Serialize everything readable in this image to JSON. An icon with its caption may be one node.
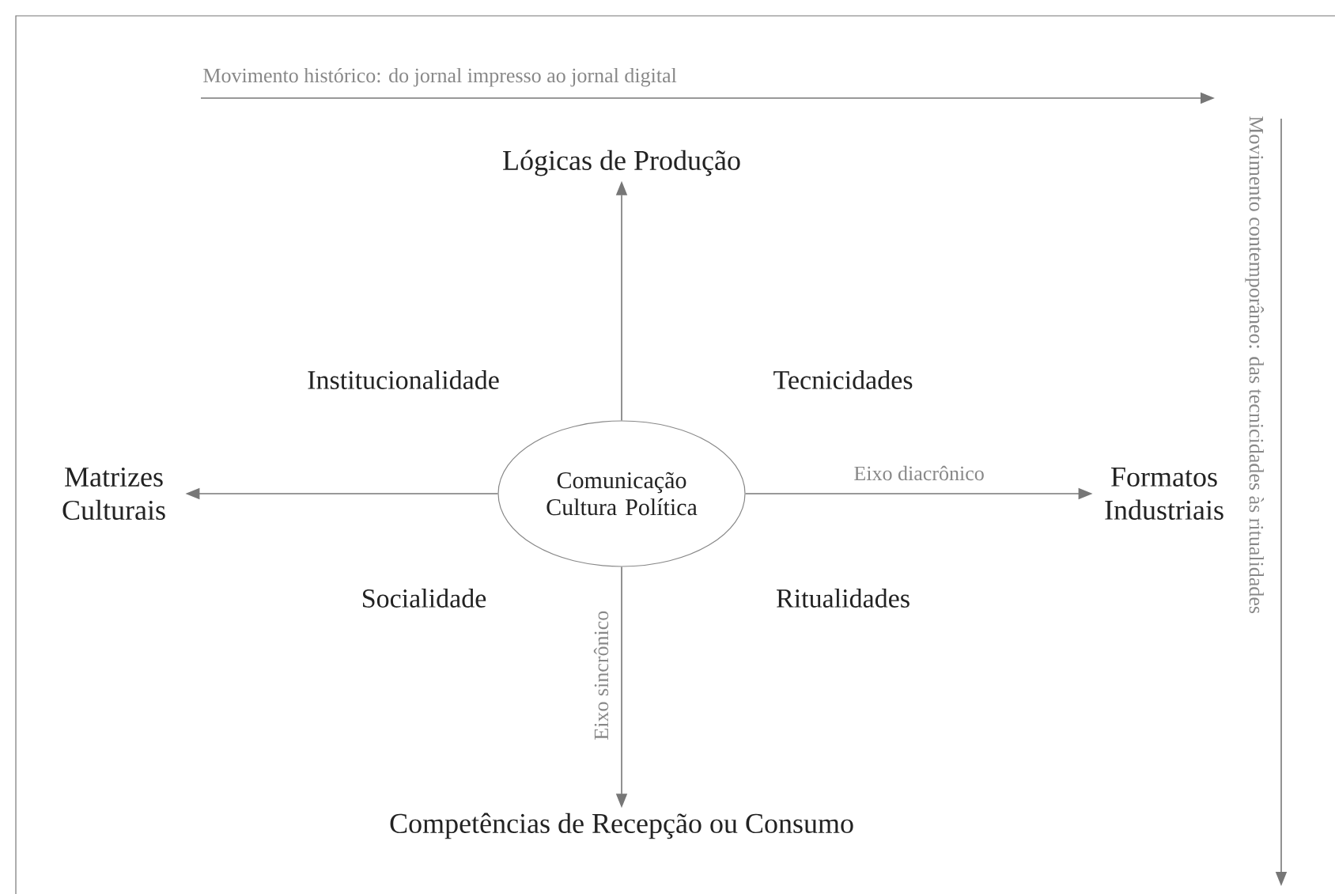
{
  "diagram": {
    "nodes": [
      {
        "text": [
          "Comunicação Cultura Política"
        ]
      },
      {
        "text": [
          "Lógicas de Produção"
        ]
      },
      {
        "text": [
          "Matrizes Culturais"
        ]
      },
      {
        "text": [
          "Formatos Industriais"
        ]
      },
      {
        "text": [
          "Competências de Recepção ou Consumo"
        ]
      }
    ],
    "edges": [
      {
        "from": 0,
        "to": 1,
        "arrow": "to"
      },
      {
        "from": 0,
        "to": 2,
        "arrow": "to"
      },
      {
        "from": 0,
        "to": 3,
        "arrow": "to",
        "label": "Eixo diacrônico"
      },
      {
        "from": 0,
        "to": 4,
        "arrow": "to",
        "label": "Eixo sincrônico"
      }
    ],
    "labels": [
      "Movimento histórico: do jornal impresso ao jornal digital",
      "Movimento contemporâneo: das tecnicidades às ritualidades",
      "Institucionalidade",
      "Tecnicidades",
      "Socialidade",
      "Ritualidades"
    ]
  }
}
